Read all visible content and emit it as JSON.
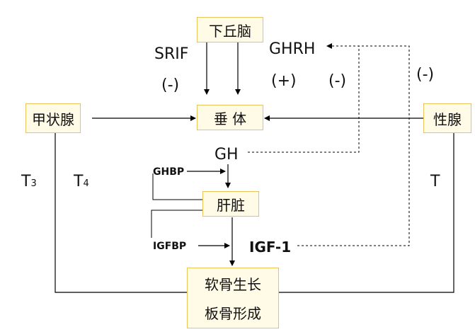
{
  "colors": {
    "box_fill": "#fffbe6",
    "box_border": "#e8c45a",
    "line": "#000000"
  },
  "nodes": {
    "hypothalamus": "下丘脑",
    "pituitary": "垂 体",
    "thyroid": "甲状腺",
    "gonad": "性腺",
    "liver": "肝脏",
    "cartilage_line1": "软骨生长",
    "cartilage_line2": "板骨形成"
  },
  "labels": {
    "srif": "SRIF",
    "srif_sign": "(-)",
    "ghrh": "GHRH",
    "ghrh_sign": "(+)",
    "feedback_sign_1": "(-)",
    "feedback_sign_2": "(-)",
    "gh": "GH",
    "ghbp": "GHBP",
    "igfbp": "IGFBP",
    "igf1": "IGF-1",
    "t3": "T",
    "t3_sub": "3",
    "t4": "T",
    "t4_sub": "4",
    "t": "T"
  }
}
